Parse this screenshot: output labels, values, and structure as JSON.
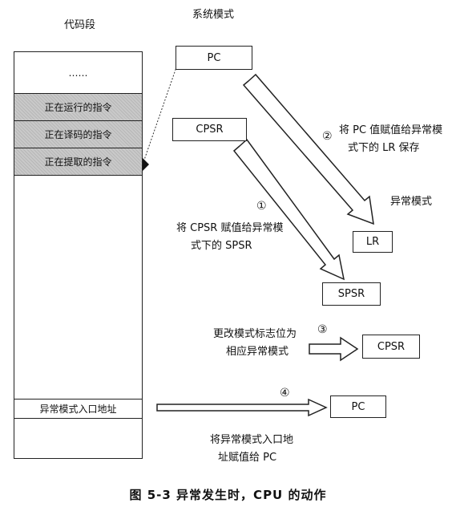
{
  "labels": {
    "code_segment": "代码段",
    "system_mode": "系统模式",
    "exception_mode": "异常模式"
  },
  "code_column": {
    "ellipsis": "……",
    "running": "正在运行的指令",
    "decoding": "正在译码的指令",
    "fetching": "正在提取的指令",
    "entry": "异常模式入口地址"
  },
  "registers": {
    "pc_system": "PC",
    "cpsr_system": "CPSR",
    "lr": "LR",
    "spsr": "SPSR",
    "cpsr_exception": "CPSR",
    "pc_exception": "PC"
  },
  "steps": {
    "step1_num": "①",
    "step1_line1": "将 CPSR 赋值给异常模",
    "step1_line2": "式下的 SPSR",
    "step2_num": "②",
    "step2_line1": "将 PC 值赋值给异常模",
    "step2_line2": "式下的 LR 保存",
    "step3_num": "③",
    "step3_line1": "更改模式标志位为",
    "step3_line2": "相应异常模式",
    "step4_num": "④",
    "step4_line1": "将异常模式入口地",
    "step4_line2": "址赋值给 PC"
  },
  "caption": "图 5-3   异常发生时，CPU 的动作"
}
